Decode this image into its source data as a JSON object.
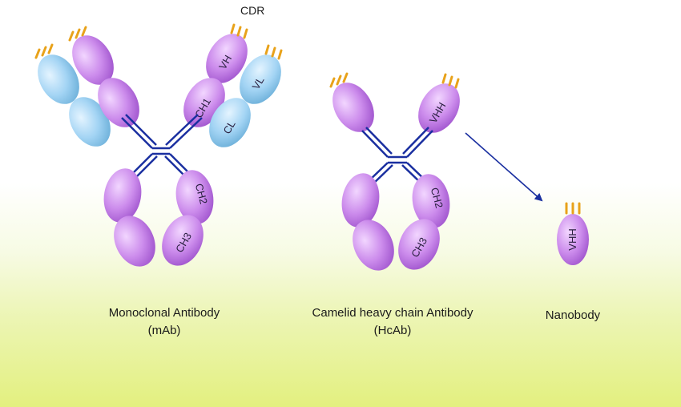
{
  "cdr_label": "CDR",
  "antibodies": [
    {
      "id": "mab",
      "caption_line1": "Monoclonal Antibody",
      "caption_line2": "(mAb)",
      "domain_labels": {
        "vh": "VH",
        "vl": "VL",
        "ch1": "CH1",
        "cl": "CL",
        "ch2": "CH2",
        "ch3": "CH3"
      }
    },
    {
      "id": "hcab",
      "caption_line1": "Camelid heavy chain Antibody",
      "caption_line2": "(HcAb)",
      "domain_labels": {
        "vhh": "VHH",
        "ch2": "CH2",
        "ch3": "CH3"
      }
    },
    {
      "id": "nanobody",
      "caption_line1": "Nanobody",
      "domain_labels": {
        "vhh": "VHH"
      }
    }
  ],
  "colors": {
    "heavy_chain": "#c383e6",
    "light_chain": "#8ec8f0",
    "disulfide_bond": "#1a2fa0",
    "cdr_loops": "#e8a21a",
    "arrow": "#1a2fa0"
  }
}
